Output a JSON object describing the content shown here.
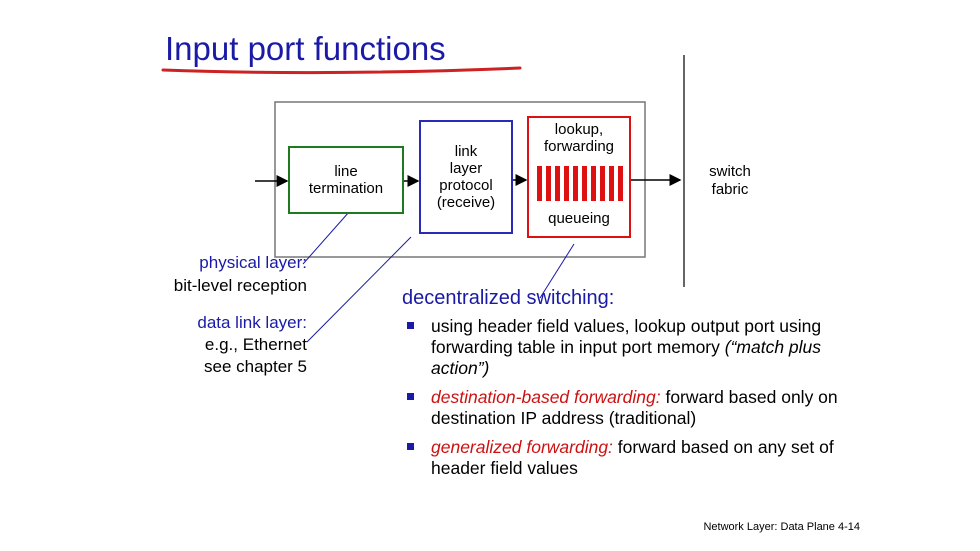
{
  "title": "Input port functions",
  "diagram": {
    "line_termination": "line\ntermination",
    "link_layer": "link\nlayer\nprotocol\n(receive)",
    "lookup": "lookup,\nforwarding",
    "queueing": "queueing",
    "switch_fabric": "switch\nfabric"
  },
  "physical_layer": {
    "label": "physical layer:",
    "desc": "bit-level reception"
  },
  "data_link_layer": {
    "label": "data link layer:",
    "desc1": "e.g., Ethernet",
    "desc2": "see chapter 5"
  },
  "section_heading": "decentralized switching:",
  "bullets": [
    {
      "text": "using header field values, lookup output port using forwarding table in input port memory ",
      "italic": "(“match plus action”)"
    },
    {
      "emph": "destination-based forwarding:",
      "text": " forward based only on destination IP address (traditional)"
    },
    {
      "emph": "generalized forwarding:",
      "text": " forward based on any set of header field values"
    }
  ],
  "footer": "Network Layer: Data Plane 4-14",
  "colors": {
    "title": "#1a1aa6",
    "underline": "#cc2222",
    "green": "#1f7a1f",
    "blue": "#1a1aa6",
    "red": "#dd1111"
  }
}
